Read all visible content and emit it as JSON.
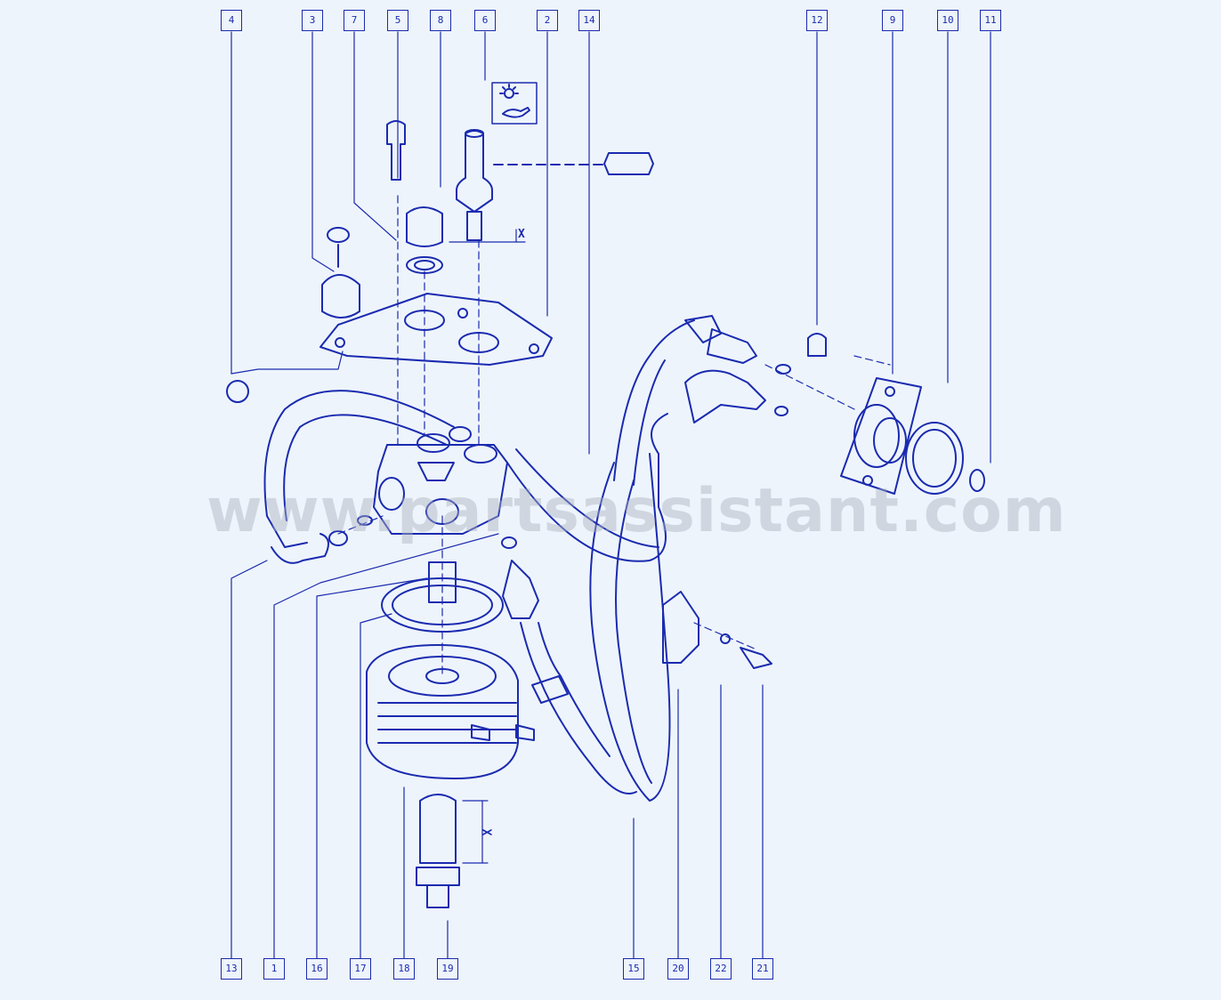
{
  "diagram": {
    "part_labels_top": [
      "4",
      "3",
      "7",
      "5",
      "8",
      "6",
      "2",
      "14",
      "12",
      "9",
      "10",
      "11"
    ],
    "part_labels_bottom": [
      "13",
      "1",
      "16",
      "17",
      "18",
      "19",
      "15",
      "20",
      "22",
      "21"
    ],
    "dimension_labels": [
      "X",
      "X"
    ],
    "watermark": "www.partsassistant.com",
    "accent_color": "#1a2bb0",
    "icons": [
      "oil-pressure-warning-icon"
    ]
  }
}
